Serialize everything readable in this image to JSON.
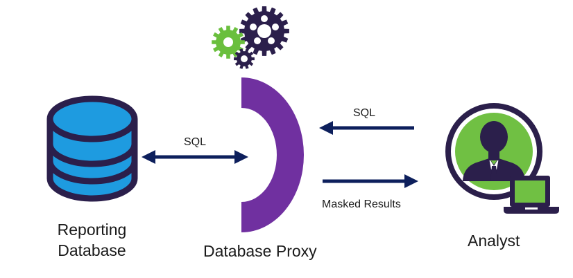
{
  "labels": {
    "reporting_database": "Reporting Database",
    "database_proxy": "Database Proxy",
    "analyst": "Analyst",
    "sql_left": "SQL",
    "sql_right": "SQL",
    "masked_results": "Masked Results"
  },
  "colors": {
    "database_fill": "#1e9be0",
    "outline": "#2b1f4b",
    "proxy": "#7030a0",
    "arrow": "#0d1f5c",
    "gear_green": "#6abf3d",
    "gear_dark": "#2b1f4b",
    "avatar_green": "#70c043"
  }
}
